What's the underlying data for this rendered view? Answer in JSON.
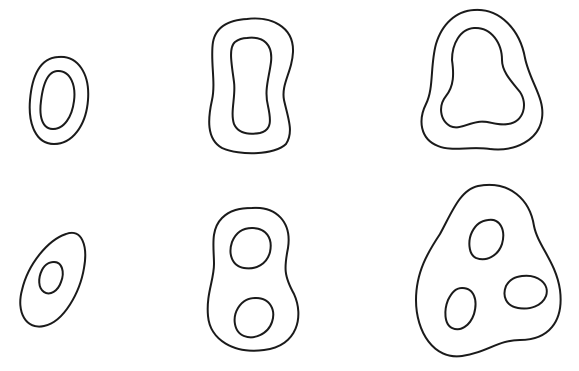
{
  "figure": {
    "stroke_color": "#1a1a1a",
    "background_color": "#ffffff",
    "rows": [
      {
        "variant": "annular",
        "shapes": [
          {
            "lobes": 1
          },
          {
            "lobes": 2
          },
          {
            "lobes": 3
          }
        ]
      },
      {
        "variant": "holes",
        "shapes": [
          {
            "holes": 1
          },
          {
            "holes": 2
          },
          {
            "holes": 3
          }
        ]
      }
    ]
  }
}
